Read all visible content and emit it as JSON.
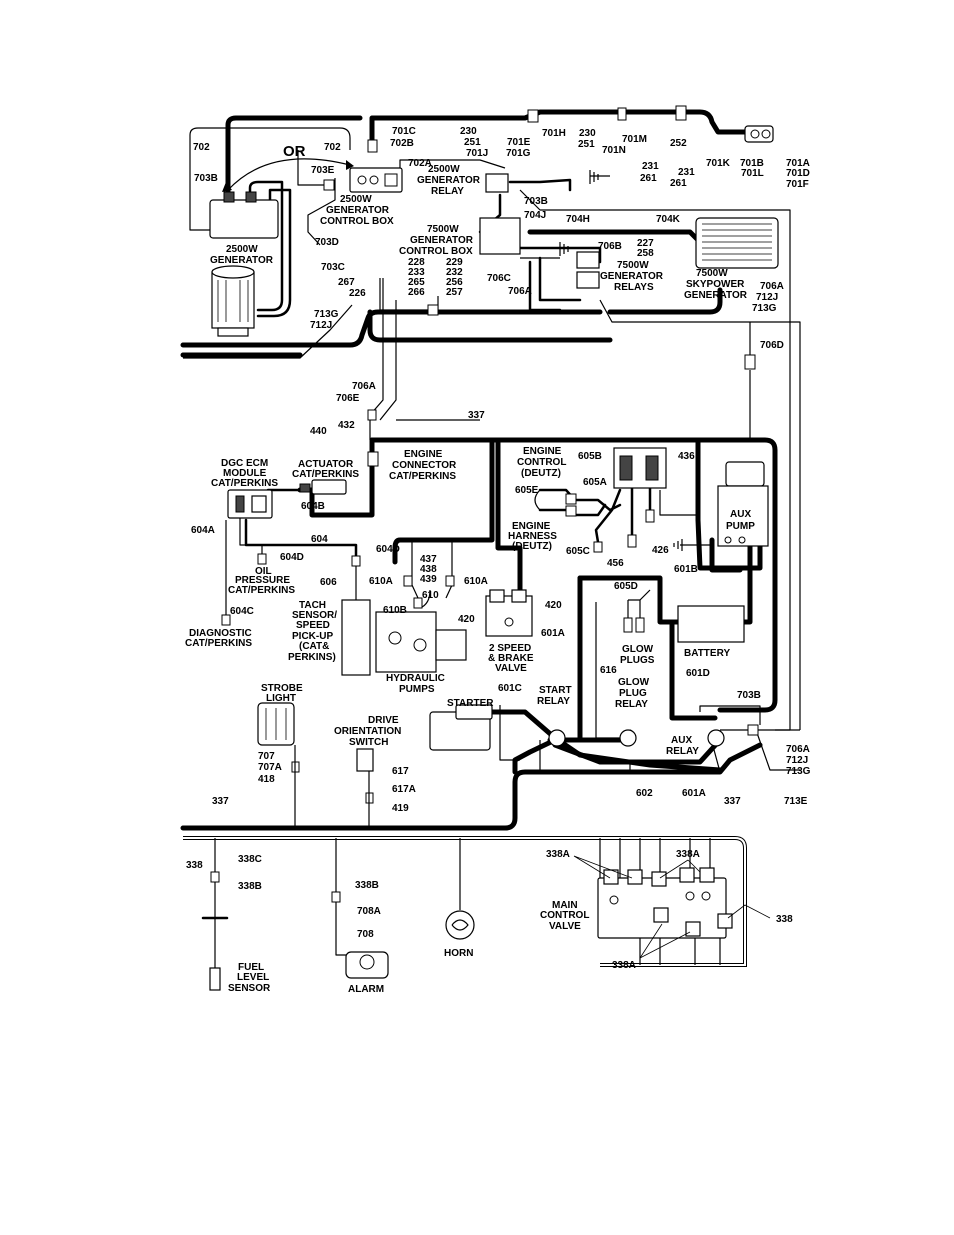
{
  "diagram": {
    "labels": {
      "l_702": "702",
      "l_702b": "702",
      "l_703b": "703B",
      "l_or": "OR",
      "l_703e": "703E",
      "l_2500_gen_cb": "2500W",
      "l_2500_gen_cb2": "GENERATOR",
      "l_2500_gen_cb3": "CONTROL BOX",
      "l_702a": "702A",
      "l_701c": "701C",
      "l_702b2": "702B",
      "l_230": "230",
      "l_251": "251",
      "l_701j": "701J",
      "l_701e": "701E",
      "l_701g": "701G",
      "l_701h": "701H",
      "l_230b": "230",
      "l_251b": "251",
      "l_701m": "701M",
      "l_701n": "701N",
      "l_252": "252",
      "l_231": "231",
      "l_261": "261",
      "l_231b": "231",
      "l_261b": "261",
      "l_701k": "701K",
      "l_701b": "701B",
      "l_701l": "701L",
      "l_701a": "701A",
      "l_701d": "701D",
      "l_701f": "701F",
      "l_2500_relay1": "2500W",
      "l_2500_relay2": "GENERATOR",
      "l_2500_relay3": "RELAY",
      "l_703b2": "703B",
      "l_704j": "704J",
      "l_704h": "704H",
      "l_704k": "704K",
      "l_2500_gen": "2500W",
      "l_2500_gen2": "GENERATOR",
      "l_703d": "703D",
      "l_703c": "703C",
      "l_7500_cb1": "7500W",
      "l_7500_cb2": "GENERATOR",
      "l_7500_cb3": "CONTROL BOX",
      "l_228": "228",
      "l_233": "233",
      "l_265": "265",
      "l_266": "266",
      "l_229": "229",
      "l_232": "232",
      "l_256": "256",
      "l_257": "257",
      "l_706c": "706C",
      "l_706a": "706A",
      "l_706b": "706B",
      "l_227": "227",
      "l_258": "258",
      "l_7500_rel1": "7500W",
      "l_7500_rel2": "GENERATOR",
      "l_7500_rel3": "RELAYS",
      "l_7500_sky1": "7500W",
      "l_7500_sky2": "SKYPOWER",
      "l_7500_sky3": "GENERATOR",
      "l_706a2": "706A",
      "l_712j": "712J",
      "l_713g": "713G",
      "l_267": "267",
      "l_226": "226",
      "l_713g2": "713G",
      "l_712j2": "712J",
      "l_706d": "706D",
      "l_706a3": "706A",
      "l_706e": "706E",
      "l_432": "432",
      "l_440": "440",
      "l_337": "337",
      "l_eng_conn1": "ENGINE",
      "l_eng_conn2": "CONNECTOR",
      "l_eng_conn3": "CAT/PERKINS",
      "l_eng_ctrl1": "ENGINE",
      "l_eng_ctrl2": "CONTROL",
      "l_eng_ctrl3": "(DEUTZ)",
      "l_605b": "605B",
      "l_436": "436",
      "l_dgc1": "DGC ECM",
      "l_dgc2": "MODULE",
      "l_dgc3": "CAT/PERKINS",
      "l_act1": "ACTUATOR",
      "l_act2": "CAT/PERKINS",
      "l_605e": "605E",
      "l_605a": "605A",
      "l_eh1": "ENGINE",
      "l_eh2": "HARNESS",
      "l_eh3": "(DEUTZ)",
      "l_aux1": "AUX",
      "l_aux2": "PUMP",
      "l_604a": "604A",
      "l_604b": "604B",
      "l_604": "604",
      "l_605c": "605C",
      "l_456": "456",
      "l_426": "426",
      "l_601b": "601B",
      "l_604d": "604D",
      "l_604d2": "604D",
      "l_oil1": "OIL",
      "l_oil2": "PRESSURE",
      "l_oil3": "CAT/PERKINS",
      "l_606": "606",
      "l_437": "437",
      "l_438": "438",
      "l_439": "439",
      "l_610a": "610A",
      "l_610a2": "610A",
      "l_610": "610",
      "l_605d": "605D",
      "l_tach1": "TACH",
      "l_tach2": "SENSOR/",
      "l_tach3": "SPEED",
      "l_tach4": "PICK-UP",
      "l_tach5": "(CAT&",
      "l_tach6": "PERKINS)",
      "l_610b": "610B",
      "l_420": "420",
      "l_420b": "420",
      "l_604c": "604C",
      "l_diag1": "DIAGNOSTIC",
      "l_diag2": "CAT/PERKINS",
      "l_601a": "601A",
      "l_2sp1": "2 SPEED",
      "l_2sp2": "& BRAKE",
      "l_2sp3": "VALVE",
      "l_glow1": "GLOW",
      "l_glow2": "PLUGS",
      "l_battery": "BATTERY",
      "l_616": "616",
      "l_gpr1": "GLOW",
      "l_gpr2": "PLUG",
      "l_gpr3": "RELAY",
      "l_601d": "601D",
      "l_hyd1": "HYDRAULIC",
      "l_hyd2": "PUMPS",
      "l_strobe1": "STROBE",
      "l_strobe2": "LIGHT",
      "l_601c": "601C",
      "l_starter": "STARTER",
      "l_start1": "START",
      "l_start2": "RELAY",
      "l_703b3": "703B",
      "l_drive1": "DRIVE",
      "l_drive2": "ORIENTATION",
      "l_drive3": "SWITCH",
      "l_auxr1": "AUX",
      "l_auxr2": "RELAY",
      "l_706a4": "706A",
      "l_712j3": "712J",
      "l_713g3": "713G",
      "l_707": "707",
      "l_707a": "707A",
      "l_418": "418",
      "l_617": "617",
      "l_617a": "617A",
      "l_419": "419",
      "l_602": "602",
      "l_601a2": "601A",
      "l_337b": "337",
      "l_713e": "713E",
      "l_337c": "337",
      "l_338": "338",
      "l_338c": "338C",
      "l_338b": "338B",
      "l_338b2": "338B",
      "l_708a": "708A",
      "l_708": "708",
      "l_338a": "338A",
      "l_338a2": "338A",
      "l_mcv1": "MAIN",
      "l_mcv2": "CONTROL",
      "l_mcv3": "VALVE",
      "l_338b3": "338",
      "l_338a3": "338A",
      "l_fuel1": "FUEL",
      "l_fuel2": "LEVEL",
      "l_fuel3": "SENSOR",
      "l_alarm": "ALARM",
      "l_horn": "HORN"
    }
  }
}
